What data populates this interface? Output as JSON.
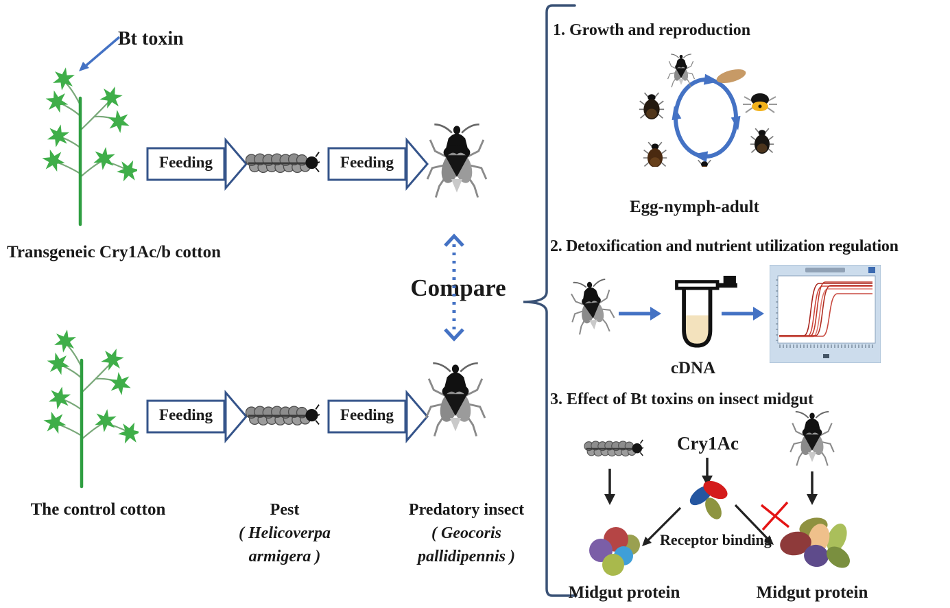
{
  "figure": {
    "tritrophic": {
      "bt_toxin_label": "Bt toxin",
      "transgenic_cotton_label": "Transgeneic Cry1Ac/b cotton",
      "control_cotton_label": "The control cotton",
      "feeding_label": "Feeding",
      "compare_label": "Compare",
      "pest": {
        "common_name": "Pest",
        "species_line1": "( Helicoverpa",
        "species_line2": "armigera )"
      },
      "predator": {
        "common_name": "Predatory insect",
        "species_line1": "( Geocoris",
        "species_line2": "pallidipennis )"
      }
    },
    "assays": {
      "section1": {
        "title": "1. Growth and reproduction",
        "cycle_caption": "Egg-nymph-adult"
      },
      "section2": {
        "title": "2. Detoxification and nutrient utilization regulation",
        "tube_label": "cDNA",
        "qpcr_chart": {
          "type": "line",
          "curve_count": 6,
          "curve_color": "#c03a30"
        }
      },
      "section3": {
        "title": "3. Effect of Bt toxins on insect midgut",
        "toxin_label": "Cry1Ac",
        "receptor_binding_label": "Receptor binding",
        "midgut_protein_left_label": "Midgut protein",
        "midgut_protein_right_label": "Midgut protein"
      }
    },
    "colors": {
      "arrow_blue": "#4472c4",
      "block_arrow_outline": "#35548a",
      "bracket_blue": "#3a5276",
      "leaf_green": "#3fae49",
      "stem_green": "#2f9e41",
      "cross_red": "#e41414",
      "qpcr_curve_red": "#c03a30",
      "egg_tan": "#c79a66"
    }
  }
}
